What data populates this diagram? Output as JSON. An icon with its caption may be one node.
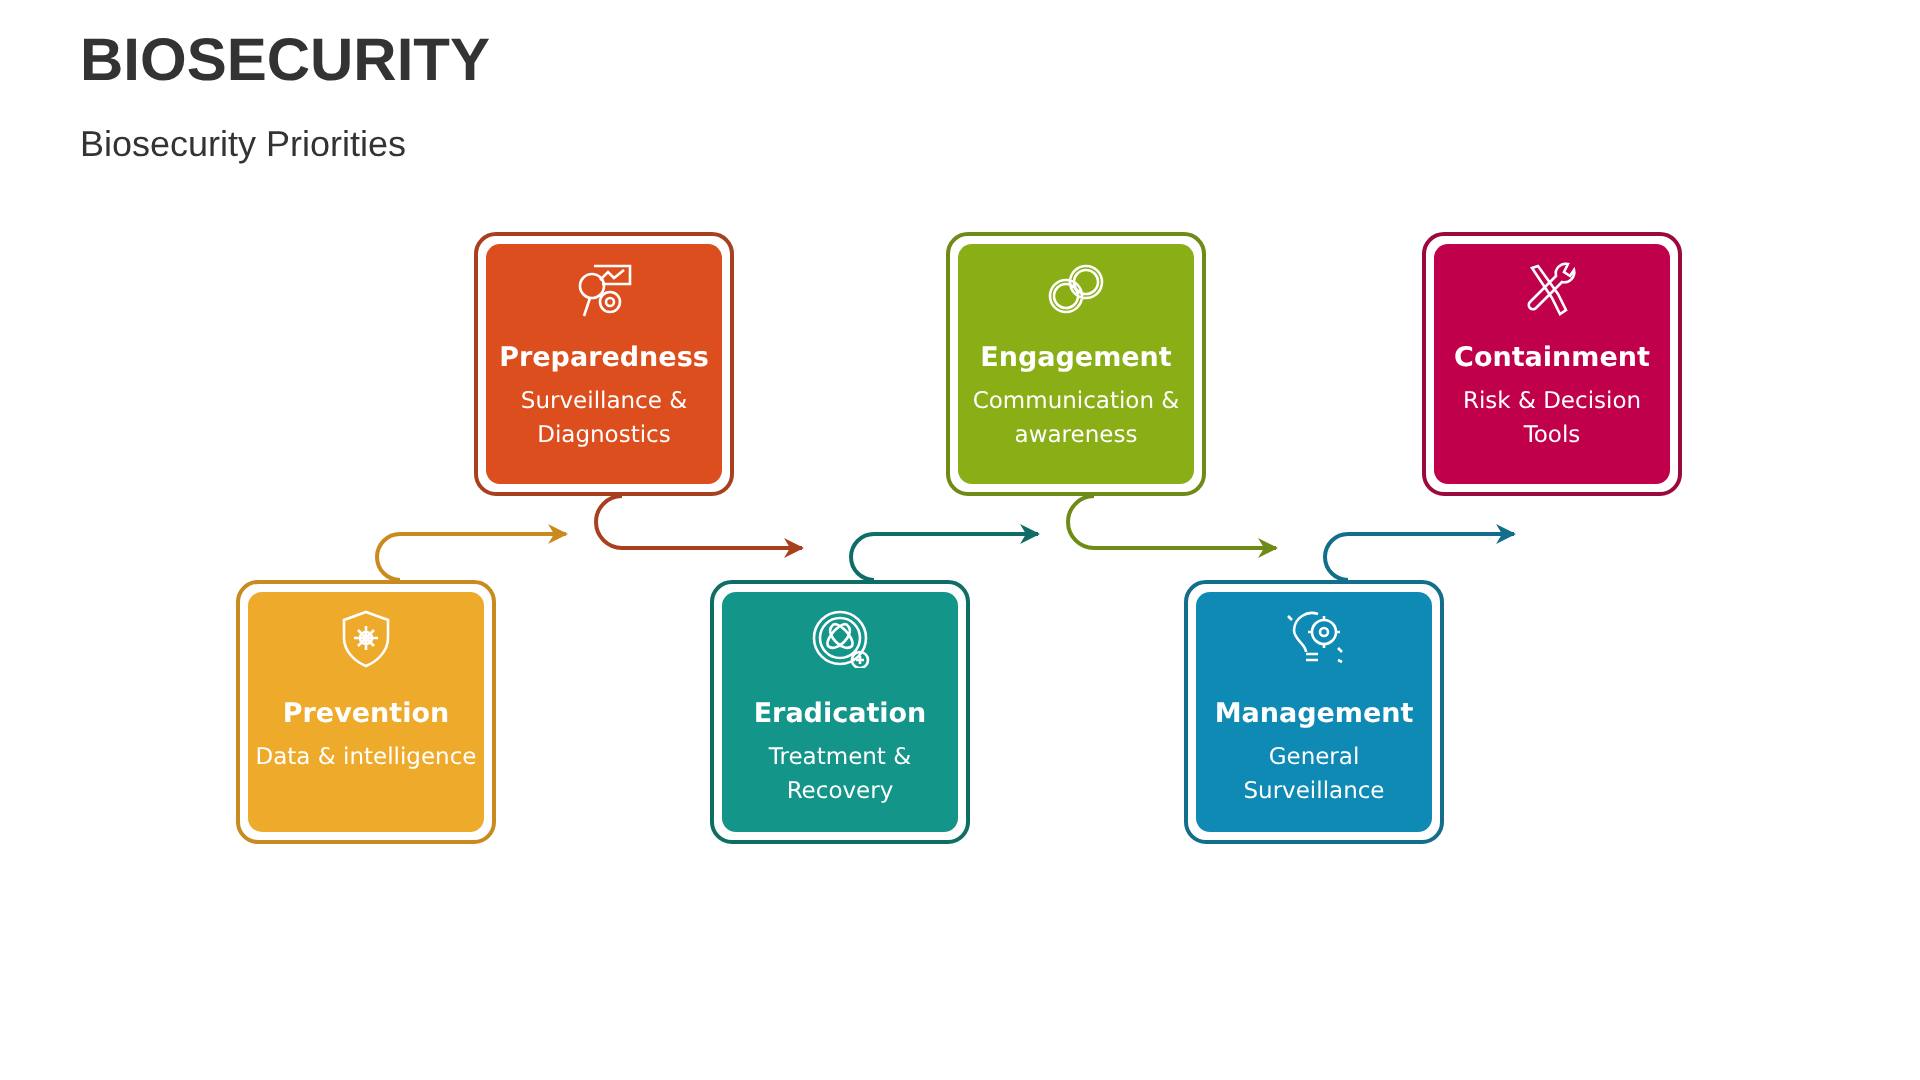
{
  "diagram": {
    "title": "BIOSECURITY",
    "caption": "Biosecurity Priorities",
    "nodes": [
      {
        "text": [
          "Prevention",
          "Data & intelligence"
        ]
      },
      {
        "text": [
          "Preparedness",
          "Surveillance & Diagnostics"
        ]
      },
      {
        "text": [
          "Eradication",
          "Treatment & Recovery"
        ]
      },
      {
        "text": [
          "Engagement",
          "Communication & awareness"
        ]
      },
      {
        "text": [
          "Management",
          "General Surveillance"
        ]
      },
      {
        "text": [
          "Containment",
          "Risk & Decision Tools"
        ]
      }
    ],
    "edges": [
      {
        "from": 0,
        "to": 1,
        "arrow": "to",
        "color": "#c98a1f"
      },
      {
        "from": 1,
        "to": 2,
        "arrow": "to",
        "color": "#a8401f"
      },
      {
        "from": 2,
        "to": 3,
        "arrow": "to",
        "color": "#0e6e66"
      },
      {
        "from": 3,
        "to": 4,
        "arrow": "to",
        "color": "#6f8b17"
      },
      {
        "from": 4,
        "to": 5,
        "arrow": "to",
        "color": "#136e8c"
      }
    ]
  }
}
